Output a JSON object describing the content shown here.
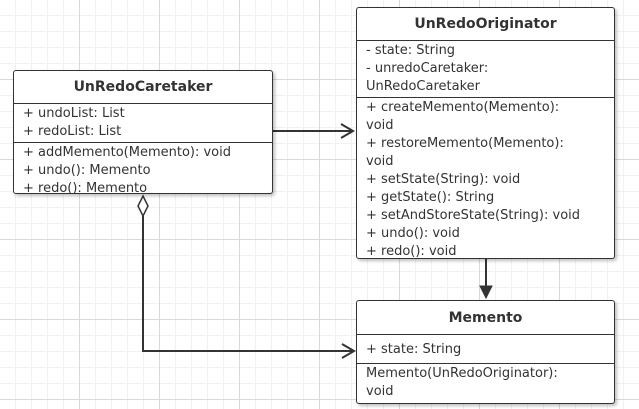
{
  "diagram": {
    "classes": {
      "caretaker": {
        "name": "UnRedoCaretaker",
        "attributes": [
          "+ undoList: List",
          "+ redoList: List"
        ],
        "methods": [
          "+ addMemento(Memento): void",
          "+ undo(): Memento",
          "+ redo(): Memento"
        ]
      },
      "originator": {
        "name": "UnRedoOriginator",
        "attributes": [
          "- state: String",
          "- unredoCaretaker:",
          "UnRedoCaretaker"
        ],
        "methods": [
          "+ createMemento(Memento):",
          "void",
          "+ restoreMemento(Memento):",
          "void",
          "+ setState(String): void",
          "+ getState(): String",
          "+ setAndStoreState(String): void",
          "+ undo(): void",
          "+ redo(): void"
        ]
      },
      "memento": {
        "name": "Memento",
        "attributes": [
          "+ state: String"
        ],
        "methods": [
          "Memento(UnRedoOriginator):",
          "void"
        ]
      }
    },
    "relationships": [
      {
        "from": "UnRedoCaretaker",
        "to": "UnRedoOriginator",
        "kind": "association"
      },
      {
        "from": "UnRedoOriginator",
        "to": "Memento",
        "kind": "association"
      },
      {
        "from": "UnRedoCaretaker",
        "to": "Memento",
        "kind": "aggregation"
      }
    ],
    "colors": {
      "line": "#333333",
      "grid": "#d9d9d9",
      "background": "#ffffff"
    }
  }
}
